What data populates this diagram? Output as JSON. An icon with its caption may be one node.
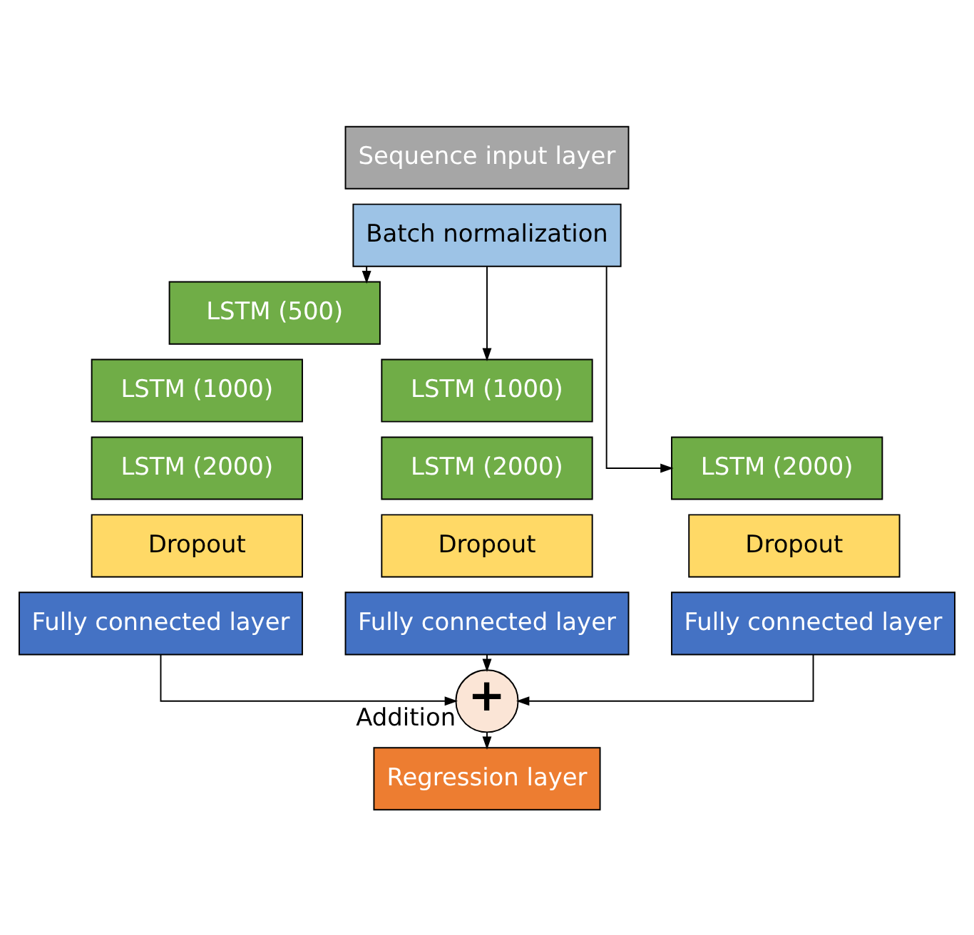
{
  "diagram": {
    "nodes": [
      {
        "text": [
          "Sequence input layer"
        ]
      },
      {
        "text": [
          "Batch normalization"
        ]
      },
      {
        "text": [
          "LSTM (500)"
        ]
      },
      {
        "text": [
          "LSTM (1000)"
        ]
      },
      {
        "text": [
          "LSTM (2000)"
        ]
      },
      {
        "text": [
          "Dropout"
        ]
      },
      {
        "text": [
          "Fully connected layer"
        ]
      },
      {
        "text": [
          "LSTM (1000)"
        ]
      },
      {
        "text": [
          "LSTM (2000)"
        ]
      },
      {
        "text": [
          "Dropout"
        ]
      },
      {
        "text": [
          "Fully connected layer"
        ]
      },
      {
        "text": [
          "LSTM (2000)"
        ]
      },
      {
        "text": [
          "Dropout"
        ]
      },
      {
        "text": [
          "Fully connected layer"
        ]
      },
      {
        "text": [
          "+"
        ],
        "beside": [
          "Addition"
        ]
      },
      {
        "text": [
          "Regression layer"
        ]
      }
    ],
    "edges": [
      {
        "from": 1,
        "to": 2,
        "arrow": "to"
      },
      {
        "from": 1,
        "to": 7,
        "arrow": "to"
      },
      {
        "from": 1,
        "to": 11,
        "arrow": "to"
      },
      {
        "from": 6,
        "to": 14,
        "arrow": "to"
      },
      {
        "from": 10,
        "to": 14,
        "arrow": "to"
      },
      {
        "from": 13,
        "to": 14,
        "arrow": "to"
      },
      {
        "from": 14,
        "to": 15,
        "arrow": "to"
      }
    ]
  }
}
